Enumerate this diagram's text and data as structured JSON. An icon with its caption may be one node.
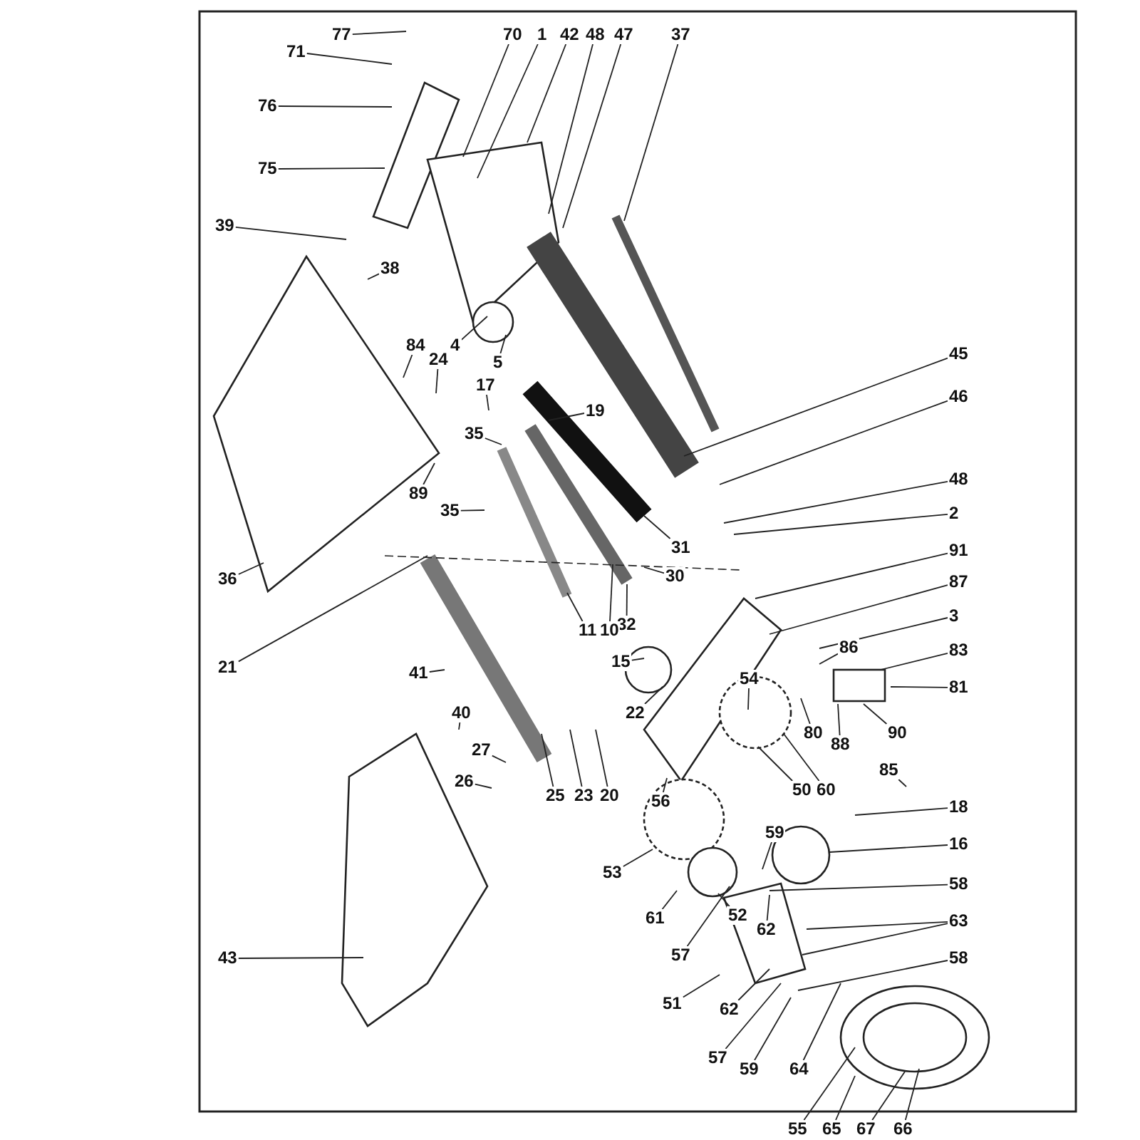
{
  "diagram": {
    "nodes": [
      {
        "text": [
          "71"
        ]
      },
      {
        "text": [
          "77"
        ]
      },
      {
        "text": [
          "76"
        ]
      },
      {
        "text": [
          "75"
        ]
      },
      {
        "text": [
          "70"
        ]
      },
      {
        "text": [
          "1"
        ]
      },
      {
        "text": [
          "42"
        ]
      },
      {
        "text": [
          "48"
        ]
      },
      {
        "text": [
          "47"
        ]
      },
      {
        "text": [
          "37"
        ]
      },
      {
        "text": [
          "39"
        ]
      },
      {
        "text": [
          "38"
        ]
      },
      {
        "text": [
          "84"
        ]
      },
      {
        "text": [
          "24"
        ]
      },
      {
        "text": [
          "4"
        ]
      },
      {
        "text": [
          "5"
        ]
      },
      {
        "text": [
          "17"
        ]
      },
      {
        "text": [
          "35"
        ]
      },
      {
        "text": [
          "19"
        ]
      },
      {
        "text": [
          "89"
        ]
      },
      {
        "text": [
          "35"
        ]
      },
      {
        "text": [
          "31"
        ]
      },
      {
        "text": [
          "30"
        ]
      },
      {
        "text": [
          "32"
        ]
      },
      {
        "text": [
          "11"
        ]
      },
      {
        "text": [
          "10"
        ]
      },
      {
        "text": [
          "15"
        ]
      },
      {
        "text": [
          "22"
        ]
      },
      {
        "text": [
          "20"
        ]
      },
      {
        "text": [
          "23"
        ]
      },
      {
        "text": [
          "25"
        ]
      },
      {
        "text": [
          "36"
        ]
      },
      {
        "text": [
          "21"
        ]
      },
      {
        "text": [
          "41"
        ]
      },
      {
        "text": [
          "40"
        ]
      },
      {
        "text": [
          "27"
        ]
      },
      {
        "text": [
          "26"
        ]
      },
      {
        "text": [
          "43"
        ]
      },
      {
        "text": [
          "45"
        ]
      },
      {
        "text": [
          "46"
        ]
      },
      {
        "text": [
          "48"
        ]
      },
      {
        "text": [
          "2"
        ]
      },
      {
        "text": [
          "91"
        ]
      },
      {
        "text": [
          "87"
        ]
      },
      {
        "text": [
          "3"
        ]
      },
      {
        "text": [
          "83"
        ]
      },
      {
        "text": [
          "81"
        ]
      },
      {
        "text": [
          "86"
        ]
      },
      {
        "text": [
          "80"
        ]
      },
      {
        "text": [
          "88"
        ]
      },
      {
        "text": [
          "90"
        ]
      },
      {
        "text": [
          "85"
        ]
      },
      {
        "text": [
          "54"
        ]
      },
      {
        "text": [
          "50"
        ]
      },
      {
        "text": [
          "60"
        ]
      },
      {
        "text": [
          "56"
        ]
      },
      {
        "text": [
          "53"
        ]
      },
      {
        "text": [
          "61"
        ]
      },
      {
        "text": [
          "52"
        ]
      },
      {
        "text": [
          "57"
        ]
      },
      {
        "text": [
          "62"
        ]
      },
      {
        "text": [
          "51"
        ]
      },
      {
        "text": [
          "62"
        ]
      },
      {
        "text": [
          "57"
        ]
      },
      {
        "text": [
          "59"
        ]
      },
      {
        "text": [
          "59"
        ]
      },
      {
        "text": [
          "18"
        ]
      },
      {
        "text": [
          "16"
        ]
      },
      {
        "text": [
          "58"
        ]
      },
      {
        "text": [
          "63"
        ]
      },
      {
        "text": [
          "58"
        ]
      },
      {
        "text": [
          "64"
        ]
      },
      {
        "text": [
          "55"
        ]
      },
      {
        "text": [
          "65"
        ]
      },
      {
        "text": [
          "67"
        ]
      },
      {
        "text": [
          "66"
        ]
      }
    ],
    "edges": [
      {
        "from": 0,
        "to": null,
        "arrow": "none"
      },
      {
        "from": 1,
        "to": null,
        "arrow": "none"
      },
      {
        "from": 2,
        "to": null,
        "arrow": "none"
      },
      {
        "from": 3,
        "to": null,
        "arrow": "none"
      },
      {
        "from": 4,
        "to": null,
        "arrow": "none"
      },
      {
        "from": 5,
        "to": null,
        "arrow": "none"
      },
      {
        "from": 6,
        "to": null,
        "arrow": "none"
      },
      {
        "from": 7,
        "to": null,
        "arrow": "none"
      },
      {
        "from": 8,
        "to": null,
        "arrow": "none"
      },
      {
        "from": 9,
        "to": null,
        "arrow": "none"
      },
      {
        "from": 10,
        "to": null,
        "arrow": "none"
      },
      {
        "from": 11,
        "to": null,
        "arrow": "none"
      },
      {
        "from": 12,
        "to": null,
        "arrow": "none"
      },
      {
        "from": 13,
        "to": null,
        "arrow": "none"
      },
      {
        "from": 14,
        "to": null,
        "arrow": "none"
      },
      {
        "from": 15,
        "to": null,
        "arrow": "none"
      },
      {
        "from": 16,
        "to": null,
        "arrow": "none"
      },
      {
        "from": 17,
        "to": null,
        "arrow": "none"
      },
      {
        "from": 18,
        "to": null,
        "arrow": "none"
      },
      {
        "from": 19,
        "to": null,
        "arrow": "none"
      },
      {
        "from": 20,
        "to": null,
        "arrow": "none"
      },
      {
        "from": 21,
        "to": null,
        "arrow": "none"
      },
      {
        "from": 22,
        "to": null,
        "arrow": "none"
      },
      {
        "from": 23,
        "to": null,
        "arrow": "none"
      },
      {
        "from": 24,
        "to": null,
        "arrow": "none"
      },
      {
        "from": 25,
        "to": null,
        "arrow": "none"
      },
      {
        "from": 26,
        "to": null,
        "arrow": "none"
      },
      {
        "from": 27,
        "to": null,
        "arrow": "none"
      },
      {
        "from": 28,
        "to": null,
        "arrow": "none"
      },
      {
        "from": 29,
        "to": null,
        "arrow": "none"
      },
      {
        "from": 30,
        "to": null,
        "arrow": "none"
      },
      {
        "from": 31,
        "to": null,
        "arrow": "none"
      },
      {
        "from": 32,
        "to": null,
        "arrow": "none"
      },
      {
        "from": 33,
        "to": null,
        "arrow": "none"
      },
      {
        "from": 34,
        "to": null,
        "arrow": "none"
      },
      {
        "from": 35,
        "to": null,
        "arrow": "none"
      },
      {
        "from": 36,
        "to": null,
        "arrow": "none"
      },
      {
        "from": 37,
        "to": null,
        "arrow": "none"
      },
      {
        "from": 38,
        "to": null,
        "arrow": "none"
      },
      {
        "from": 39,
        "to": null,
        "arrow": "none"
      },
      {
        "from": 40,
        "to": null,
        "arrow": "none"
      },
      {
        "from": 41,
        "to": null,
        "arrow": "none"
      },
      {
        "from": 42,
        "to": null,
        "arrow": "none"
      },
      {
        "from": 43,
        "to": null,
        "arrow": "none"
      },
      {
        "from": 44,
        "to": null,
        "arrow": "none"
      },
      {
        "from": 45,
        "to": null,
        "arrow": "none"
      },
      {
        "from": 46,
        "to": null,
        "arrow": "none"
      },
      {
        "from": 47,
        "to": null,
        "arrow": "none"
      },
      {
        "from": 48,
        "to": null,
        "arrow": "none"
      },
      {
        "from": 49,
        "to": null,
        "arrow": "none"
      },
      {
        "from": 50,
        "to": null,
        "arrow": "none"
      },
      {
        "from": 51,
        "to": null,
        "arrow": "none"
      },
      {
        "from": 52,
        "to": null,
        "arrow": "none"
      },
      {
        "from": 53,
        "to": null,
        "arrow": "none"
      },
      {
        "from": 54,
        "to": null,
        "arrow": "none"
      },
      {
        "from": 55,
        "to": null,
        "arrow": "none"
      },
      {
        "from": 56,
        "to": null,
        "arrow": "none"
      },
      {
        "from": 57,
        "to": null,
        "arrow": "none"
      },
      {
        "from": 58,
        "to": null,
        "arrow": "none"
      },
      {
        "from": 59,
        "to": null,
        "arrow": "none"
      },
      {
        "from": 60,
        "to": null,
        "arrow": "none"
      },
      {
        "from": 61,
        "to": null,
        "arrow": "none"
      },
      {
        "from": 62,
        "to": null,
        "arrow": "none"
      },
      {
        "from": 63,
        "to": null,
        "arrow": "none"
      },
      {
        "from": 64,
        "to": null,
        "arrow": "none"
      },
      {
        "from": 65,
        "to": null,
        "arrow": "none"
      },
      {
        "from": 66,
        "to": null,
        "arrow": "none"
      },
      {
        "from": 67,
        "to": null,
        "arrow": "none"
      },
      {
        "from": 68,
        "to": null,
        "arrow": "none"
      },
      {
        "from": 69,
        "to": null,
        "arrow": "none"
      },
      {
        "from": 69,
        "to": null,
        "arrow": "none"
      },
      {
        "from": 70,
        "to": null,
        "arrow": "none"
      },
      {
        "from": 71,
        "to": null,
        "arrow": "none"
      },
      {
        "from": 72,
        "to": null,
        "arrow": "none"
      },
      {
        "from": 73,
        "to": null,
        "arrow": "none"
      },
      {
        "from": 74,
        "to": null,
        "arrow": "none"
      },
      {
        "from": 75,
        "to": null,
        "arrow": "none"
      }
    ]
  }
}
